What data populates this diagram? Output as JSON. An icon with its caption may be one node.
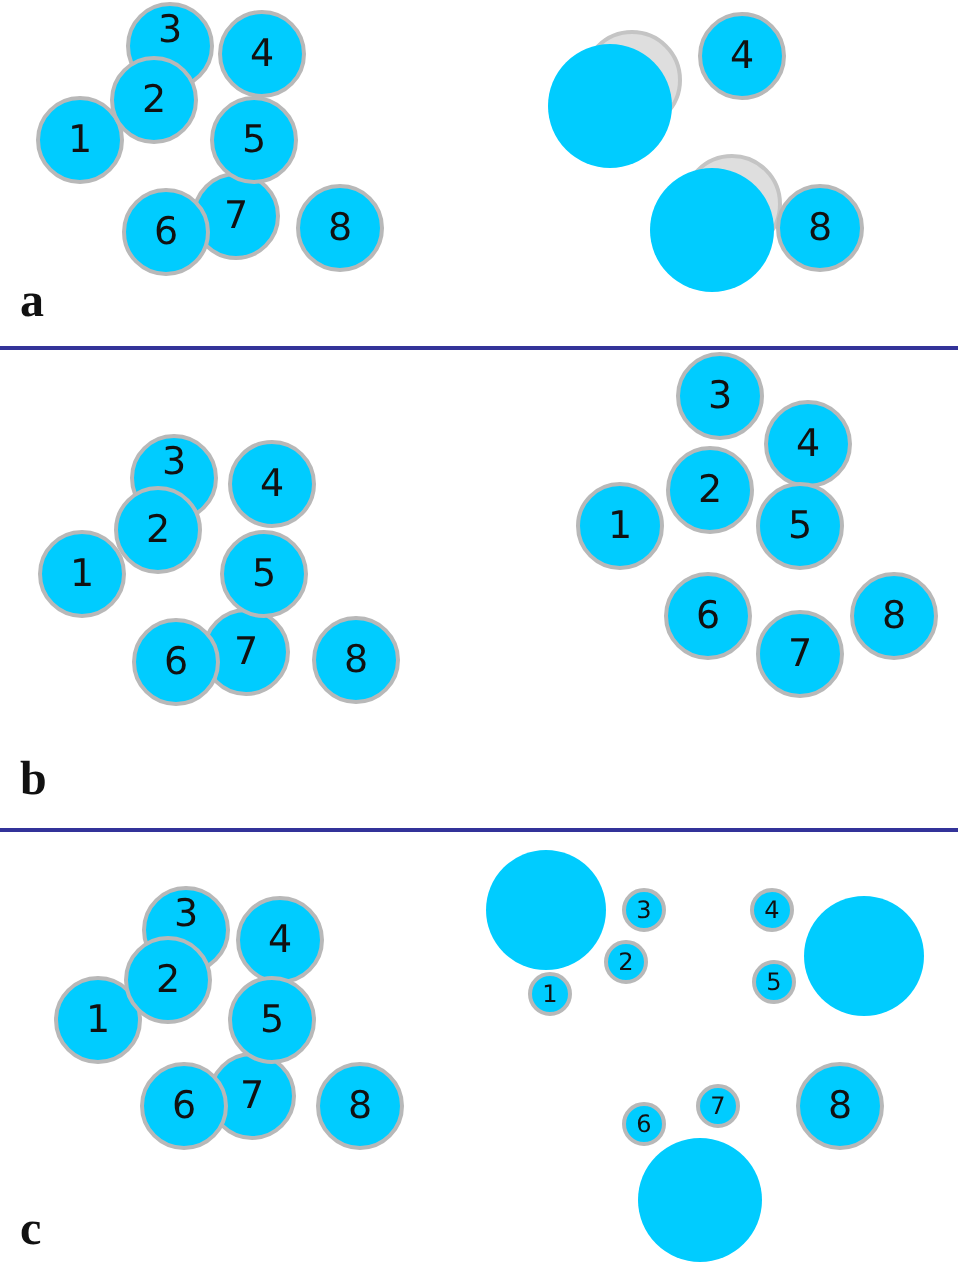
{
  "diagram": {
    "nodes": [
      {
        "text": [
          "1"
        ]
      },
      {
        "text": [
          "2"
        ]
      },
      {
        "text": [
          "3"
        ]
      },
      {
        "text": [
          "4"
        ]
      },
      {
        "text": [
          "5"
        ]
      },
      {
        "text": [
          "6"
        ]
      },
      {
        "text": [
          "7"
        ]
      },
      {
        "text": [
          "8"
        ]
      },
      {
        "text": [],
        "shape": "circle"
      },
      {
        "text": [
          "4"
        ]
      },
      {
        "text": [],
        "shape": "circle"
      },
      {
        "text": [
          "8"
        ]
      },
      {
        "text": [
          "1"
        ]
      },
      {
        "text": [
          "2"
        ]
      },
      {
        "text": [
          "3"
        ]
      },
      {
        "text": [
          "4"
        ]
      },
      {
        "text": [
          "5"
        ]
      },
      {
        "text": [
          "6"
        ]
      },
      {
        "text": [
          "7"
        ]
      },
      {
        "text": [
          "8"
        ]
      },
      {
        "text": [
          "1"
        ]
      },
      {
        "text": [
          "2"
        ]
      },
      {
        "text": [
          "3"
        ]
      },
      {
        "text": [
          "4"
        ]
      },
      {
        "text": [
          "5"
        ]
      },
      {
        "text": [
          "6"
        ]
      },
      {
        "text": [
          "7"
        ]
      },
      {
        "text": [
          "8"
        ]
      },
      {
        "text": [
          "1"
        ]
      },
      {
        "text": [
          "2"
        ]
      },
      {
        "text": [
          "3"
        ]
      },
      {
        "text": [
          "4"
        ]
      },
      {
        "text": [
          "5"
        ]
      },
      {
        "text": [
          "6"
        ]
      },
      {
        "text": [
          "7"
        ]
      },
      {
        "text": [
          "8"
        ]
      },
      {
        "text": [],
        "shape": "circle"
      },
      {
        "text": [
          "3"
        ]
      },
      {
        "text": [
          "2"
        ]
      },
      {
        "text": [
          "1"
        ]
      },
      {
        "text": [
          "4"
        ]
      },
      {
        "text": [],
        "shape": "circle"
      },
      {
        "text": [
          "5"
        ]
      },
      {
        "text": [
          "6"
        ]
      },
      {
        "text": [
          "7"
        ]
      },
      {
        "text": [
          "8"
        ]
      },
      {
        "text": [],
        "shape": "circle"
      }
    ],
    "edges": [],
    "labels": [
      "a",
      "b",
      "c"
    ]
  }
}
